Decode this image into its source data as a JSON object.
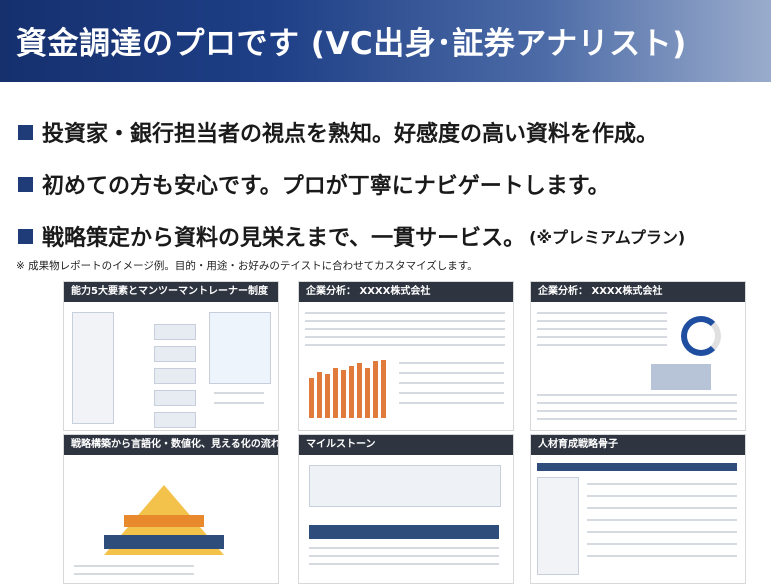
{
  "header": {
    "title": "資金調達のプロです (VC出身･証券アナリスト)"
  },
  "bullets": [
    {
      "text": "投資家・銀行担当者の視点を熟知。好感度の高い資料を作成。",
      "sub": ""
    },
    {
      "text": "初めての方も安心です。プロが丁寧にナビゲートします。",
      "sub": ""
    },
    {
      "text": "戦略策定から資料の見栄えまで、一貫サービス。",
      "sub": "(※プレミアムプラン)"
    }
  ],
  "note": "※ 成果物レポートのイメージ例。目的・用途・お好みのテイストに合わせてカスタマイズします。",
  "thumbnails": [
    {
      "title": "能力5大要素とマンツーマントレーナー制度"
    },
    {
      "title": "企業分析： XXXX株式会社"
    },
    {
      "title": "企業分析： XXXX株式会社"
    },
    {
      "title": "戦略構築から言語化・数値化、見える化の流れ"
    },
    {
      "title": "マイルストーン"
    },
    {
      "title": "人材育成戦略骨子"
    }
  ]
}
